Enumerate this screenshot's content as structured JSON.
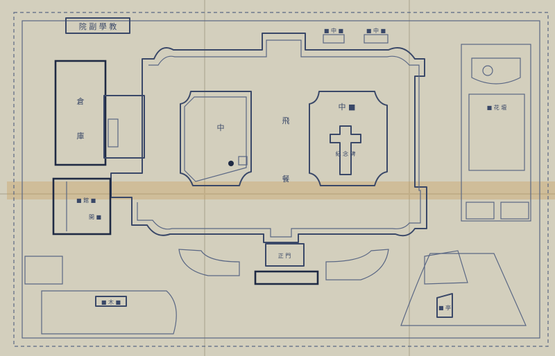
{
  "colors": {
    "paper": "#d3cfbd",
    "ink": "#3a4868",
    "stain": "#c89a55"
  },
  "labels": {
    "top_left_plaque": "院 副 學 教",
    "top_plaque_1": "■ 中 ■",
    "top_plaque_2": "■ 中 ■",
    "left_block": "倉 庫",
    "left_lower_block": "■ 館 ■",
    "left_lower_sub": "開 ■",
    "center_left_char": "中",
    "center_char_1": "飛",
    "center_char_2": "餐",
    "right_square_chars": "中 ■",
    "cross_label": "紀 念 碑",
    "right_panel_label": "■ 花 壇",
    "entrance_label": "正 門",
    "bottom_left_plaque": "■ 木 ■",
    "bottom_right_label": "■ 亭"
  }
}
